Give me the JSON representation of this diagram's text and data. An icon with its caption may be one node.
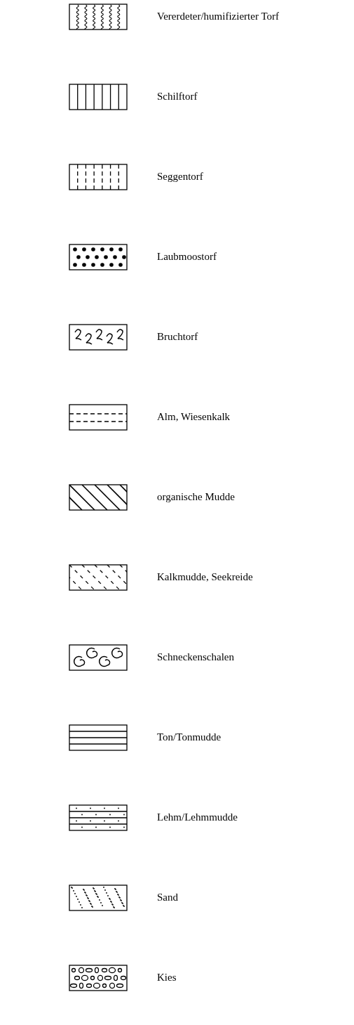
{
  "diagram": {
    "legend": [
      {
        "text": "Vererdeter/humifizierter Torf"
      },
      {
        "text": "Schilftorf"
      },
      {
        "text": "Seggentorf"
      },
      {
        "text": "Laubmoostorf"
      },
      {
        "text": "Bruchtorf"
      },
      {
        "text": "Alm, Wiesenkalk"
      },
      {
        "text": "organische Mudde"
      },
      {
        "text": "Kalkmudde, Seekreide"
      },
      {
        "text": "Schneckenschalen"
      },
      {
        "text": "Ton/Tonmudde"
      },
      {
        "text": "Lehm/Lehmmudde"
      },
      {
        "text": "Sand"
      },
      {
        "text": "Kies"
      }
    ]
  }
}
